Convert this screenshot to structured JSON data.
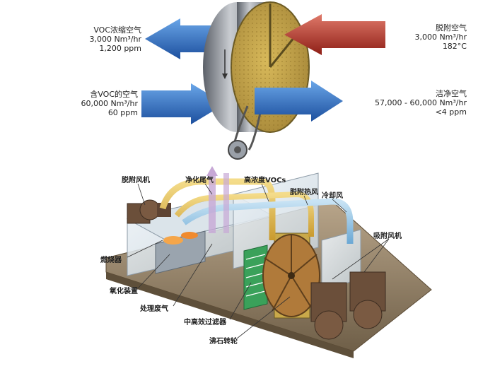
{
  "top_diagram": {
    "flows": [
      {
        "id": "concentrated-voc-air",
        "name": "VOC浓缩空气",
        "flow": "3,000 Nm³/hr",
        "value": "1,200 ppm",
        "color": "#2a6bc6"
      },
      {
        "id": "voc-laden-air",
        "name": "含VOC的空气",
        "flow": "60,000 Nm³/hr",
        "value": "60 ppm",
        "color": "#2a6bc6"
      },
      {
        "id": "desorption-air",
        "name": "脱附空气",
        "flow": "3,000 Nm³/hr",
        "value": "182°C",
        "color": "#c0392b"
      },
      {
        "id": "clean-air",
        "name": "洁净空气",
        "flow": "57,000 - 60,000 Nm³/hr",
        "value": "<4 ppm",
        "color": "#2a6bc6"
      }
    ]
  },
  "bottom_diagram": {
    "labels": {
      "desorption_fan": "脱附风机",
      "purified_exhaust": "净化尾气",
      "high_conc_voc": "高浓度VOCs",
      "desorption_hot_air": "脱附热风",
      "cooling_air": "冷却风",
      "adsorption_fan": "吸附风机",
      "burner": "燃烧器",
      "oxidation_device": "氧化装置",
      "treated_exhaust": "处理废气",
      "hepa_filter": "中高效过滤器",
      "zeolite_rotor": "沸石转轮"
    }
  },
  "colors": {
    "blue_arrow": "#2a6bc6",
    "red_arrow": "#c0392b",
    "rotor_face": "#c9a94a",
    "housing": "#8a8f98",
    "duct_yellow": "#e8c35a",
    "duct_blue": "#8fc3e6"
  }
}
